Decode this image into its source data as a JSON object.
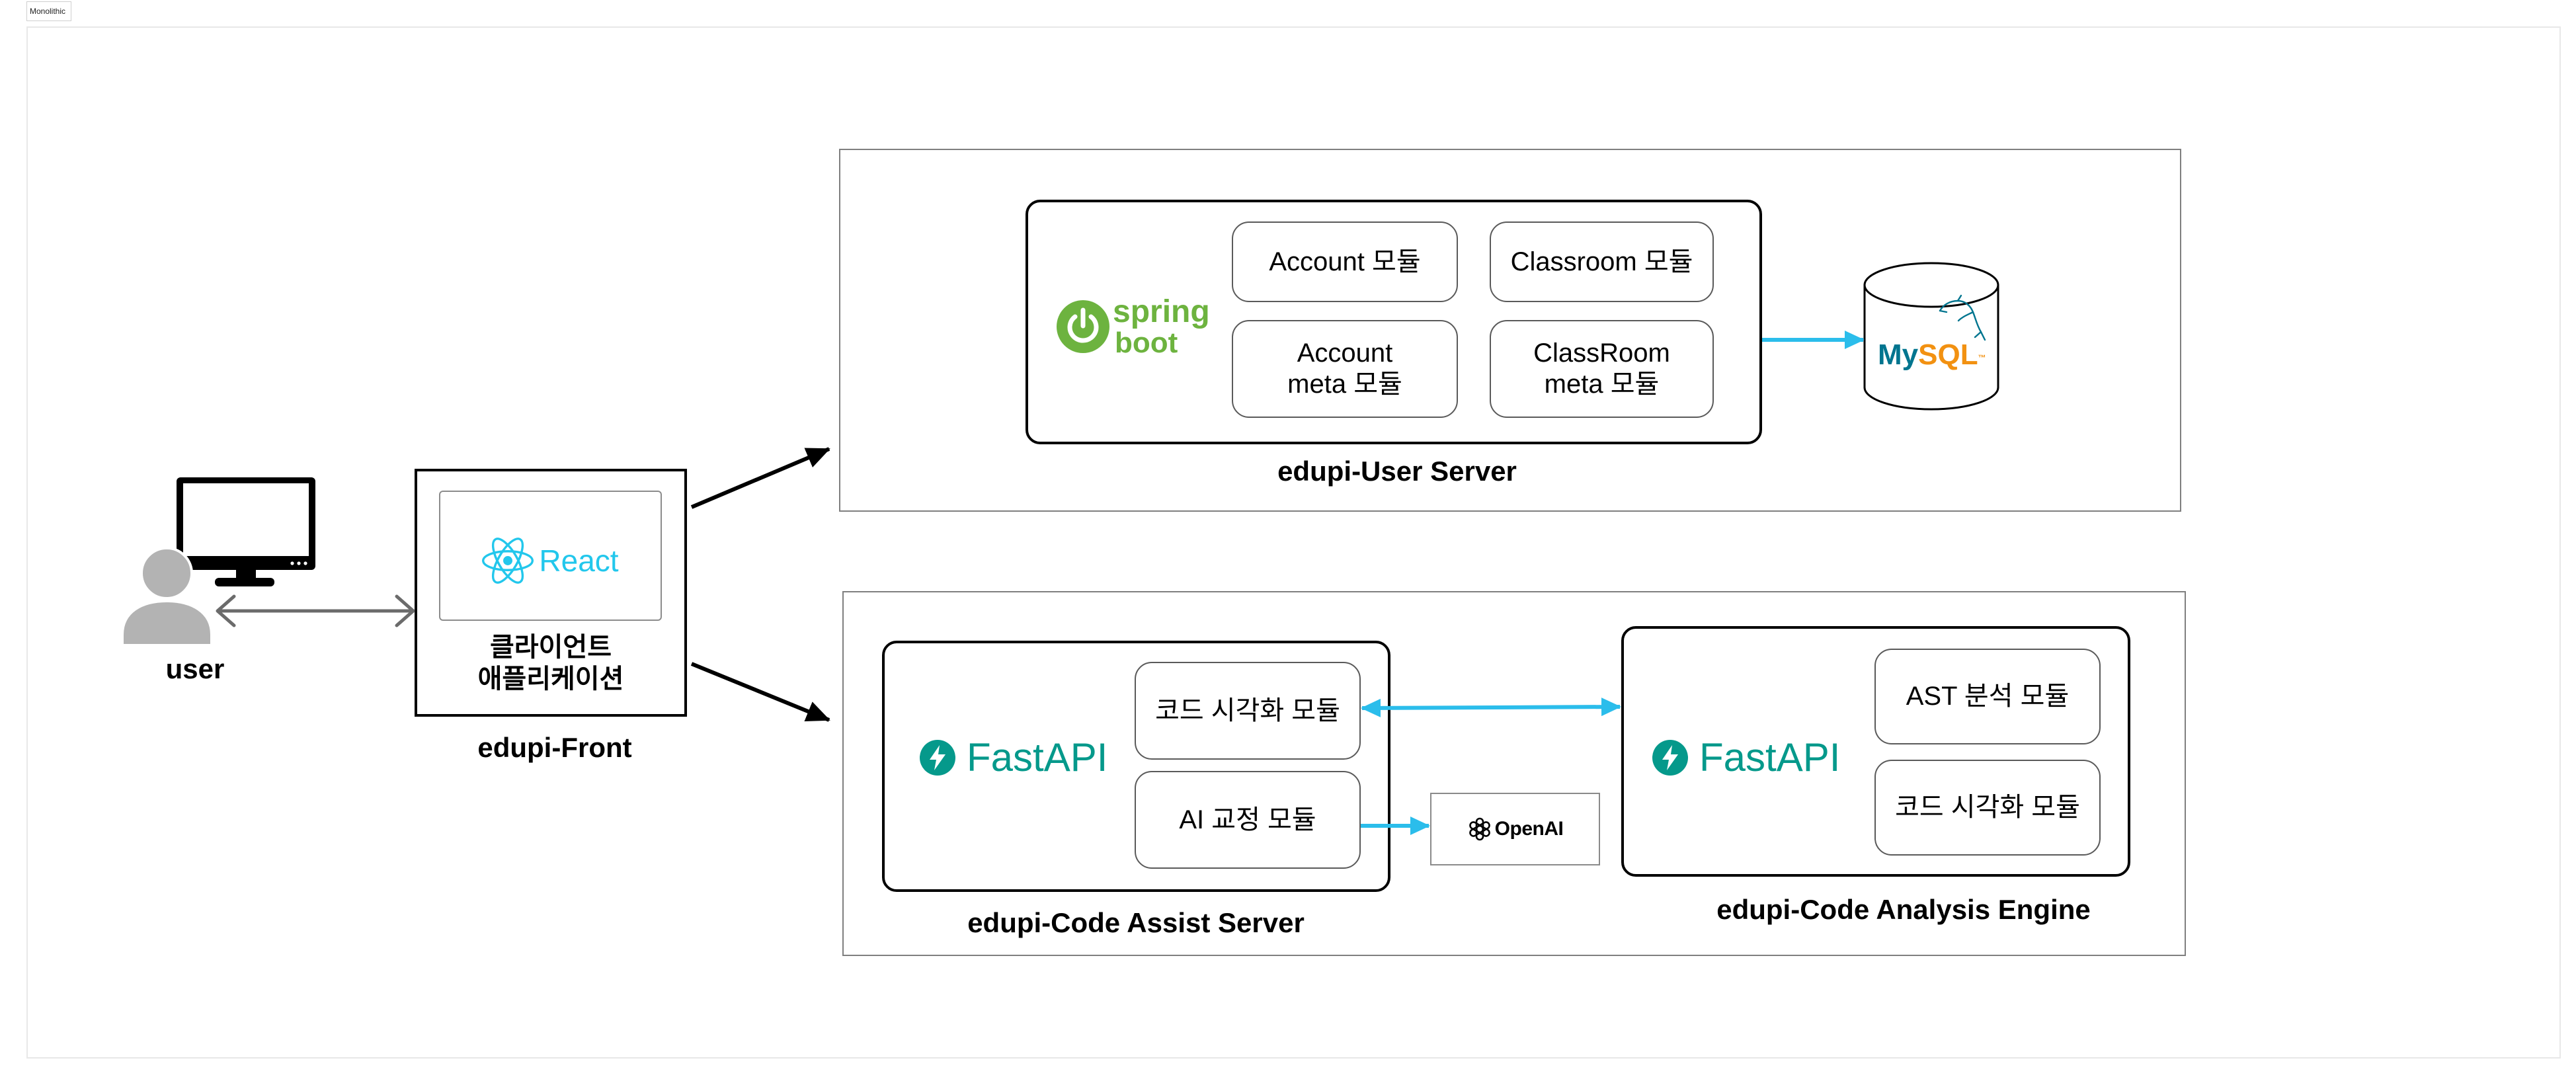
{
  "page_tab": {
    "label": "Monolithic"
  },
  "colors": {
    "spring_green": "#6DB33F",
    "fastapi_teal": "#05998B",
    "react_cyan": "#22C7EC",
    "mysql_blue": "#00758F",
    "mysql_orange": "#F29111",
    "arrow_blue": "#2BBDEB",
    "user_gray": "#B3B3B3"
  },
  "icons": {
    "user": "user-icon",
    "monitor": "monitor-icon",
    "react_logo": "react-atom-icon",
    "spring_logo": "spring-boot-power-icon",
    "fastapi_logo": "fastapi-bolt-icon",
    "openai_logo": "openai-knot-icon",
    "database": "database-cylinder-icon",
    "mysql_logo": "mysql-dolphin-icon"
  },
  "user": {
    "label": "user"
  },
  "front": {
    "title": "edupi-Front",
    "logo_text": "React",
    "app_label": "클라이언트\n애플리케이션"
  },
  "user_server": {
    "title": "edupi-User Server",
    "logo_line1": "spring",
    "logo_line2": "boot",
    "modules": [
      "Account 모듈",
      "Classroom 모듈",
      "Account\nmeta 모듈",
      "ClassRoom\nmeta 모듈"
    ],
    "database": {
      "logo_part1": "My",
      "logo_part2": "SQL",
      "logo_mark": "™"
    }
  },
  "code_assist_server": {
    "title": "edupi-Code Assist Server",
    "logo_text": "FastAPI",
    "modules": [
      "코드 시각화 모듈",
      "AI 교정 모듈"
    ],
    "external_service": {
      "logo_text": "OpenAI"
    }
  },
  "code_analysis_engine": {
    "title": "edupi-Code Analysis Engine",
    "logo_text": "FastAPI",
    "modules": [
      "AST 분석 모듈",
      "코드 시각화 모듈"
    ]
  }
}
